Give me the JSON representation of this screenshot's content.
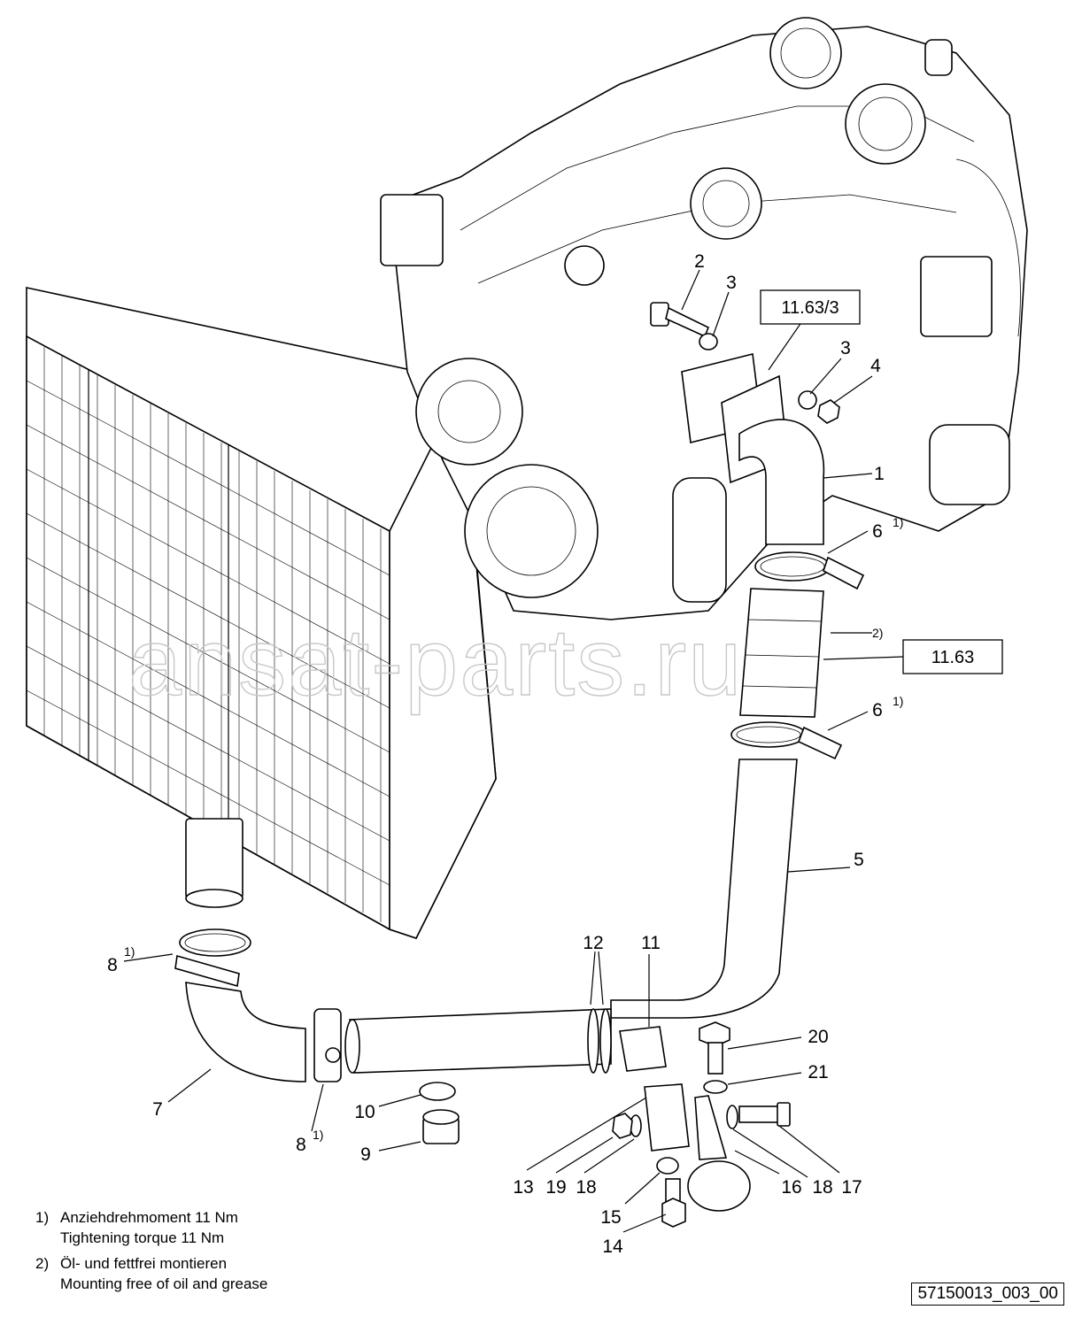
{
  "callouts": {
    "c1": "1",
    "c2a": "2",
    "c3a": "3",
    "c3b": "3",
    "c4": "4",
    "c5": "5",
    "c6a": "6",
    "c6b": "6",
    "c7": "7",
    "c8a": "8",
    "c8b": "8",
    "c9": "9",
    "c10": "10",
    "c11": "11",
    "c12": "12",
    "c13": "13",
    "c14": "14",
    "c15": "15",
    "c16": "16",
    "c17": "17",
    "c18a": "18",
    "c18b": "18",
    "c19": "19",
    "c20": "20",
    "c21": "21"
  },
  "superscripts": {
    "s6a": "1)",
    "s6b": "1)",
    "s8a": "1)",
    "s8b": "1)",
    "s2": "2)"
  },
  "refs": {
    "r1": "11.63/3",
    "r2": "11.63"
  },
  "notes": [
    {
      "num": "1)",
      "de": "Anziehdrehmoment 11 Nm",
      "en": "Tightening torque 11 Nm"
    },
    {
      "num": "2)",
      "de": "Öl- und fettfrei montieren",
      "en": "Mounting free of oil and grease"
    }
  ],
  "doc_id": "57150013_003_00",
  "watermark": "ansat-parts.ru"
}
